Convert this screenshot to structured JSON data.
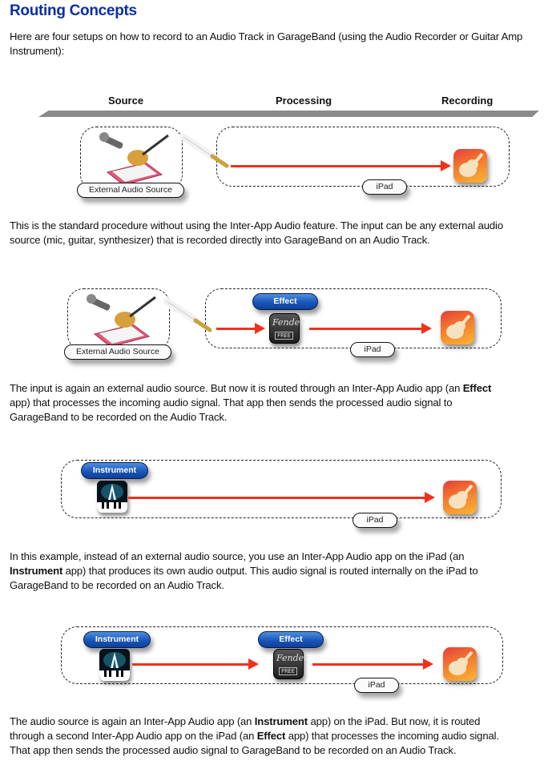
{
  "title": "Routing Concepts",
  "intro": "Here are four setups on how to record to an Audio Track in GarageBand (using the Audio Recorder or Guitar Amp Instrument):",
  "stages": {
    "source": "Source",
    "processing": "Processing",
    "recording": "Recording"
  },
  "labels": {
    "external_audio_source": "External Audio Source",
    "ipad": "iPad",
    "effect": "Effect",
    "instrument": "Instrument"
  },
  "icons": {
    "external_source": "mic-guitar-keyboard-icon",
    "cable": "audio-jack-icon",
    "effect_app": "fender-free-app-icon",
    "instrument_app": "instrument-app-icon",
    "recorder_app": "garageband-icon",
    "signal": "red-arrow"
  },
  "colors": {
    "title": "#0a2fa3",
    "arrow": "#f2301b",
    "tag": "#1a56b8"
  },
  "setups": [
    {
      "description": {
        "line1": "This is the standard procedure without using the Inter-App Audio feature. The input can be any external audio",
        "line2": "source (mic, guitar, synthesizer) that is recorded directly into GarageBand on an Audio Track."
      }
    },
    {
      "description": {
        "line1_a": "The input is again an external audio source. But now it is routed through an Inter-App Audio app  (an ",
        "line1_b": "Effect",
        "line2": "app) that processes the incoming audio signal. That app then sends the processed audio signal to",
        "line3": "GarageBand to be recorded on the Audio Track."
      }
    },
    {
      "description": {
        "line1": "In this example, instead of an external audio source, you use an Inter-App Audio app on the iPad (an",
        "line2_a": "Instrument",
        "line2_b": " app) that produces its own audio output. This audio signal is routed internally on the iPad to",
        "line3": "GarageBand to be recorded on an Audio Track."
      }
    },
    {
      "description": {
        "line1_a": "The audio source is again an Inter-App Audio app (an ",
        "line1_b": "Instrument",
        "line1_c": " app) on the iPad. But now, it is routed",
        "line2_a": "through a second Inter-App Audio app on the iPad (an ",
        "line2_b": "Effect",
        "line2_c": " app) that processes the incoming audio signal.",
        "line3": "That app then sends the processed audio signal to GarageBand to be recorded on an Audio Track."
      }
    }
  ]
}
